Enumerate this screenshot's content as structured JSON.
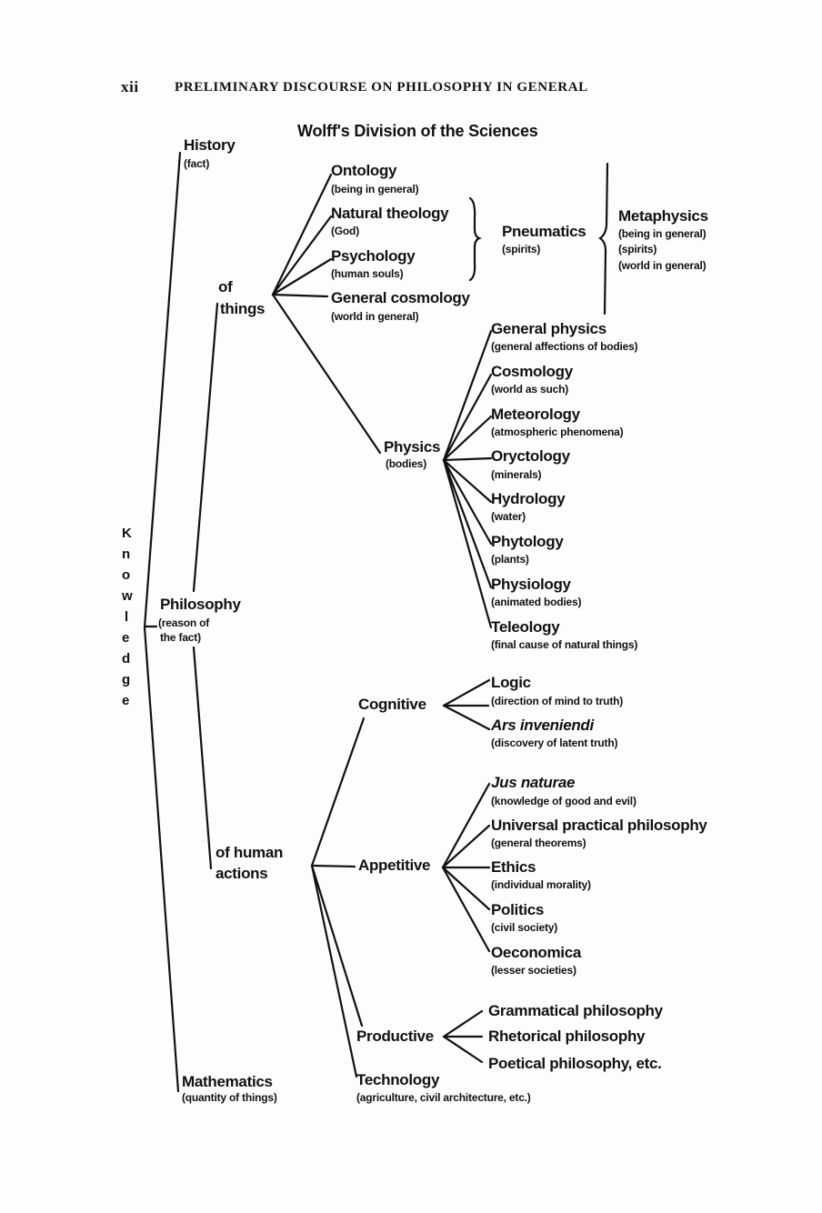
{
  "header": {
    "page_number": "xii",
    "running_title": "PRELIMINARY DISCOURSE ON PHILOSOPHY IN GENERAL"
  },
  "title": "Wolff's Division of the Sciences",
  "root": {
    "letters": [
      "K",
      "n",
      "o",
      "w",
      "l",
      "e",
      "d",
      "g",
      "e"
    ]
  },
  "history": {
    "label": "History",
    "sub": "(fact)"
  },
  "philosophy": {
    "label": "Philosophy",
    "sub1": "(reason of",
    "sub2": "the fact)"
  },
  "mathematics": {
    "label": "Mathematics",
    "sub": "(quantity of things)"
  },
  "of_things": {
    "line1": "of",
    "line2": "things",
    "items": [
      {
        "label": "Ontology",
        "sub": "(being in general)"
      },
      {
        "label": "Natural theology",
        "sub": "(God)"
      },
      {
        "label": "Psychology",
        "sub": "(human souls)"
      },
      {
        "label": "General cosmology",
        "sub": "(world in general)"
      }
    ],
    "pneumatics": {
      "label": "Pneumatics",
      "sub": "(spirits)"
    },
    "metaphysics": {
      "label": "Metaphysics",
      "subs": [
        "(being in general)",
        "(spirits)",
        "(world in general)"
      ]
    },
    "physics": {
      "label": "Physics",
      "sub": "(bodies)",
      "items": [
        {
          "label": "General physics",
          "sub": "(general affections of bodies)"
        },
        {
          "label": "Cosmology",
          "sub": "(world as such)"
        },
        {
          "label": "Meteorology",
          "sub": "(atmospheric phenomena)"
        },
        {
          "label": "Oryctology",
          "sub": "(minerals)"
        },
        {
          "label": "Hydrology",
          "sub": "(water)"
        },
        {
          "label": "Phytology",
          "sub": "(plants)"
        },
        {
          "label": "Physiology",
          "sub": "(animated bodies)"
        },
        {
          "label": "Teleology",
          "sub": "(final cause of natural things)"
        }
      ]
    }
  },
  "of_human_actions": {
    "line1": "of human",
    "line2": "actions",
    "cognitive": {
      "label": "Cognitive",
      "items": [
        {
          "label": "Logic",
          "sub": "(direction of mind to truth)"
        },
        {
          "label": "Ars inveniendi",
          "sub": "(discovery of latent truth)"
        }
      ]
    },
    "appetitive": {
      "label": "Appetitive",
      "items": [
        {
          "label": "Jus naturae",
          "sub": "(knowledge of good and evil)"
        },
        {
          "label": "Universal practical philosophy",
          "sub": "(general theorems)"
        },
        {
          "label": "Ethics",
          "sub": "(individual morality)"
        },
        {
          "label": "Politics",
          "sub": "(civil society)"
        },
        {
          "label": "Oeconomica",
          "sub": "(lesser societies)"
        }
      ]
    },
    "productive": {
      "label": "Productive",
      "items": [
        "Grammatical philosophy",
        "Rhetorical philosophy",
        "Poetical philosophy, etc."
      ]
    },
    "technology": {
      "label": "Technology",
      "sub": "(agriculture, civil architecture, etc.)"
    }
  }
}
